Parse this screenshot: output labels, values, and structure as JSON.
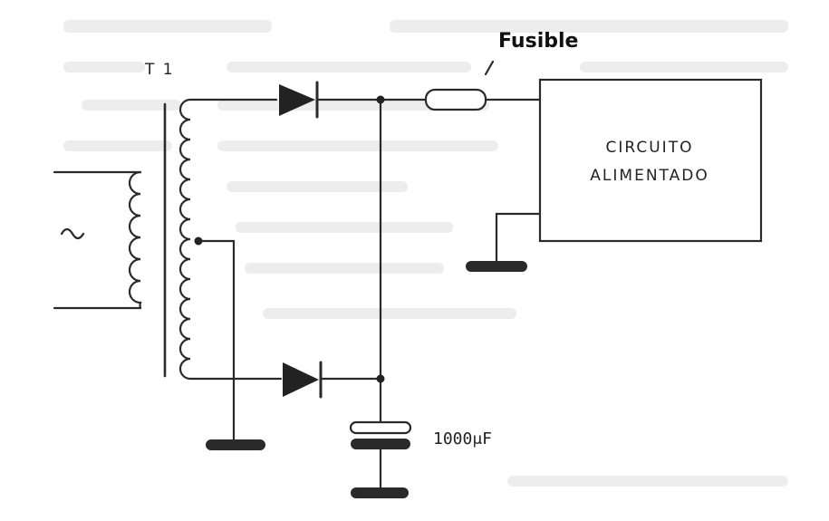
{
  "labels": {
    "fuse": "Fusible",
    "transformer": "T 1",
    "capacitor": "1000μF",
    "load_line1": "CIRCUITO",
    "load_line2": "ALIMENTADO"
  }
}
